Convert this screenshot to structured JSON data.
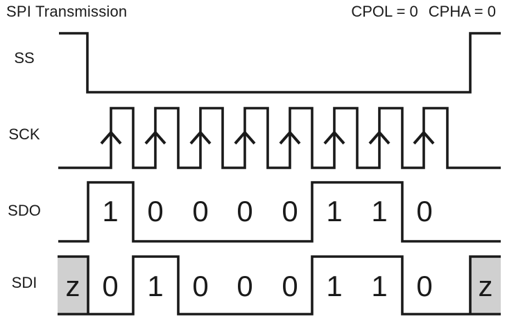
{
  "title": "SPI Transmission",
  "mode": {
    "cpol": "CPOL = 0",
    "cpha": "CPHA = 0"
  },
  "signals": {
    "ss": {
      "label": "SS"
    },
    "sck": {
      "label": "SCK",
      "clock_pulses": 8,
      "sample_edge": "rising"
    },
    "sdo": {
      "label": "SDO",
      "bits": [
        "1",
        "0",
        "0",
        "0",
        "0",
        "1",
        "1",
        "0"
      ]
    },
    "sdi": {
      "label": "SDI",
      "hiz_label": "z",
      "bits": [
        "0",
        "1",
        "0",
        "0",
        "0",
        "1",
        "1",
        "0"
      ]
    }
  },
  "colors": {
    "line": "#1a1a1a",
    "hiz_fill": "#d0d0d0",
    "background": "#ffffff"
  }
}
